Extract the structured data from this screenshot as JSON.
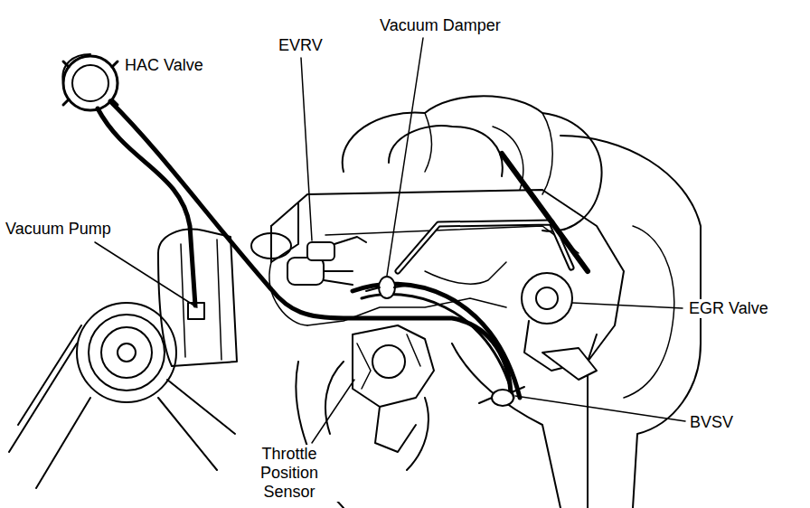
{
  "diagram": {
    "labels": [
      "HAC Valve",
      "EVRV",
      "Vacuum Damper",
      "Vacuum Pump",
      "EGR Valve",
      "BVSV",
      "Throttle Position Sensor"
    ]
  }
}
